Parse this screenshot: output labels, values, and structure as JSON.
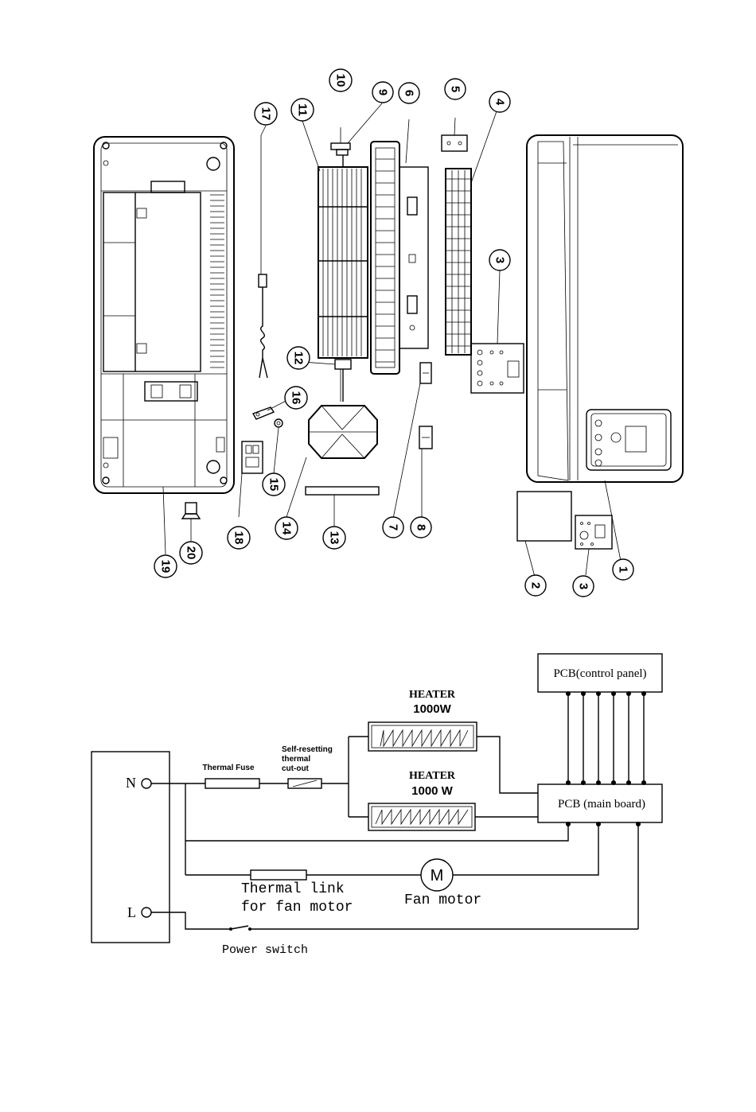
{
  "exploded_view": {
    "callouts": [
      "1",
      "2",
      "3",
      "3",
      "4",
      "5",
      "6",
      "7",
      "8",
      "9",
      "10",
      "11",
      "12",
      "13",
      "14",
      "15",
      "16",
      "17",
      "18",
      "19",
      "20"
    ]
  },
  "wiring": {
    "pcb_control": "PCB(control panel)",
    "pcb_main": "PCB (main board)",
    "heater1_title": "HEATER",
    "heater1_power": "1000W",
    "heater2_title": "HEATER",
    "heater2_power": "1000 W",
    "terminal_n": "N",
    "terminal_l": "L",
    "thermal_fuse": "Thermal Fuse",
    "cutout_line1": "Self-resetting",
    "cutout_line2": "thermal",
    "cutout_line3": "cut-out",
    "thermal_link_line1": "Thermal link",
    "thermal_link_line2": "for fan motor",
    "fan_motor": "Fan motor",
    "fan_motor_symbol": "M",
    "power_switch": "Power switch"
  }
}
